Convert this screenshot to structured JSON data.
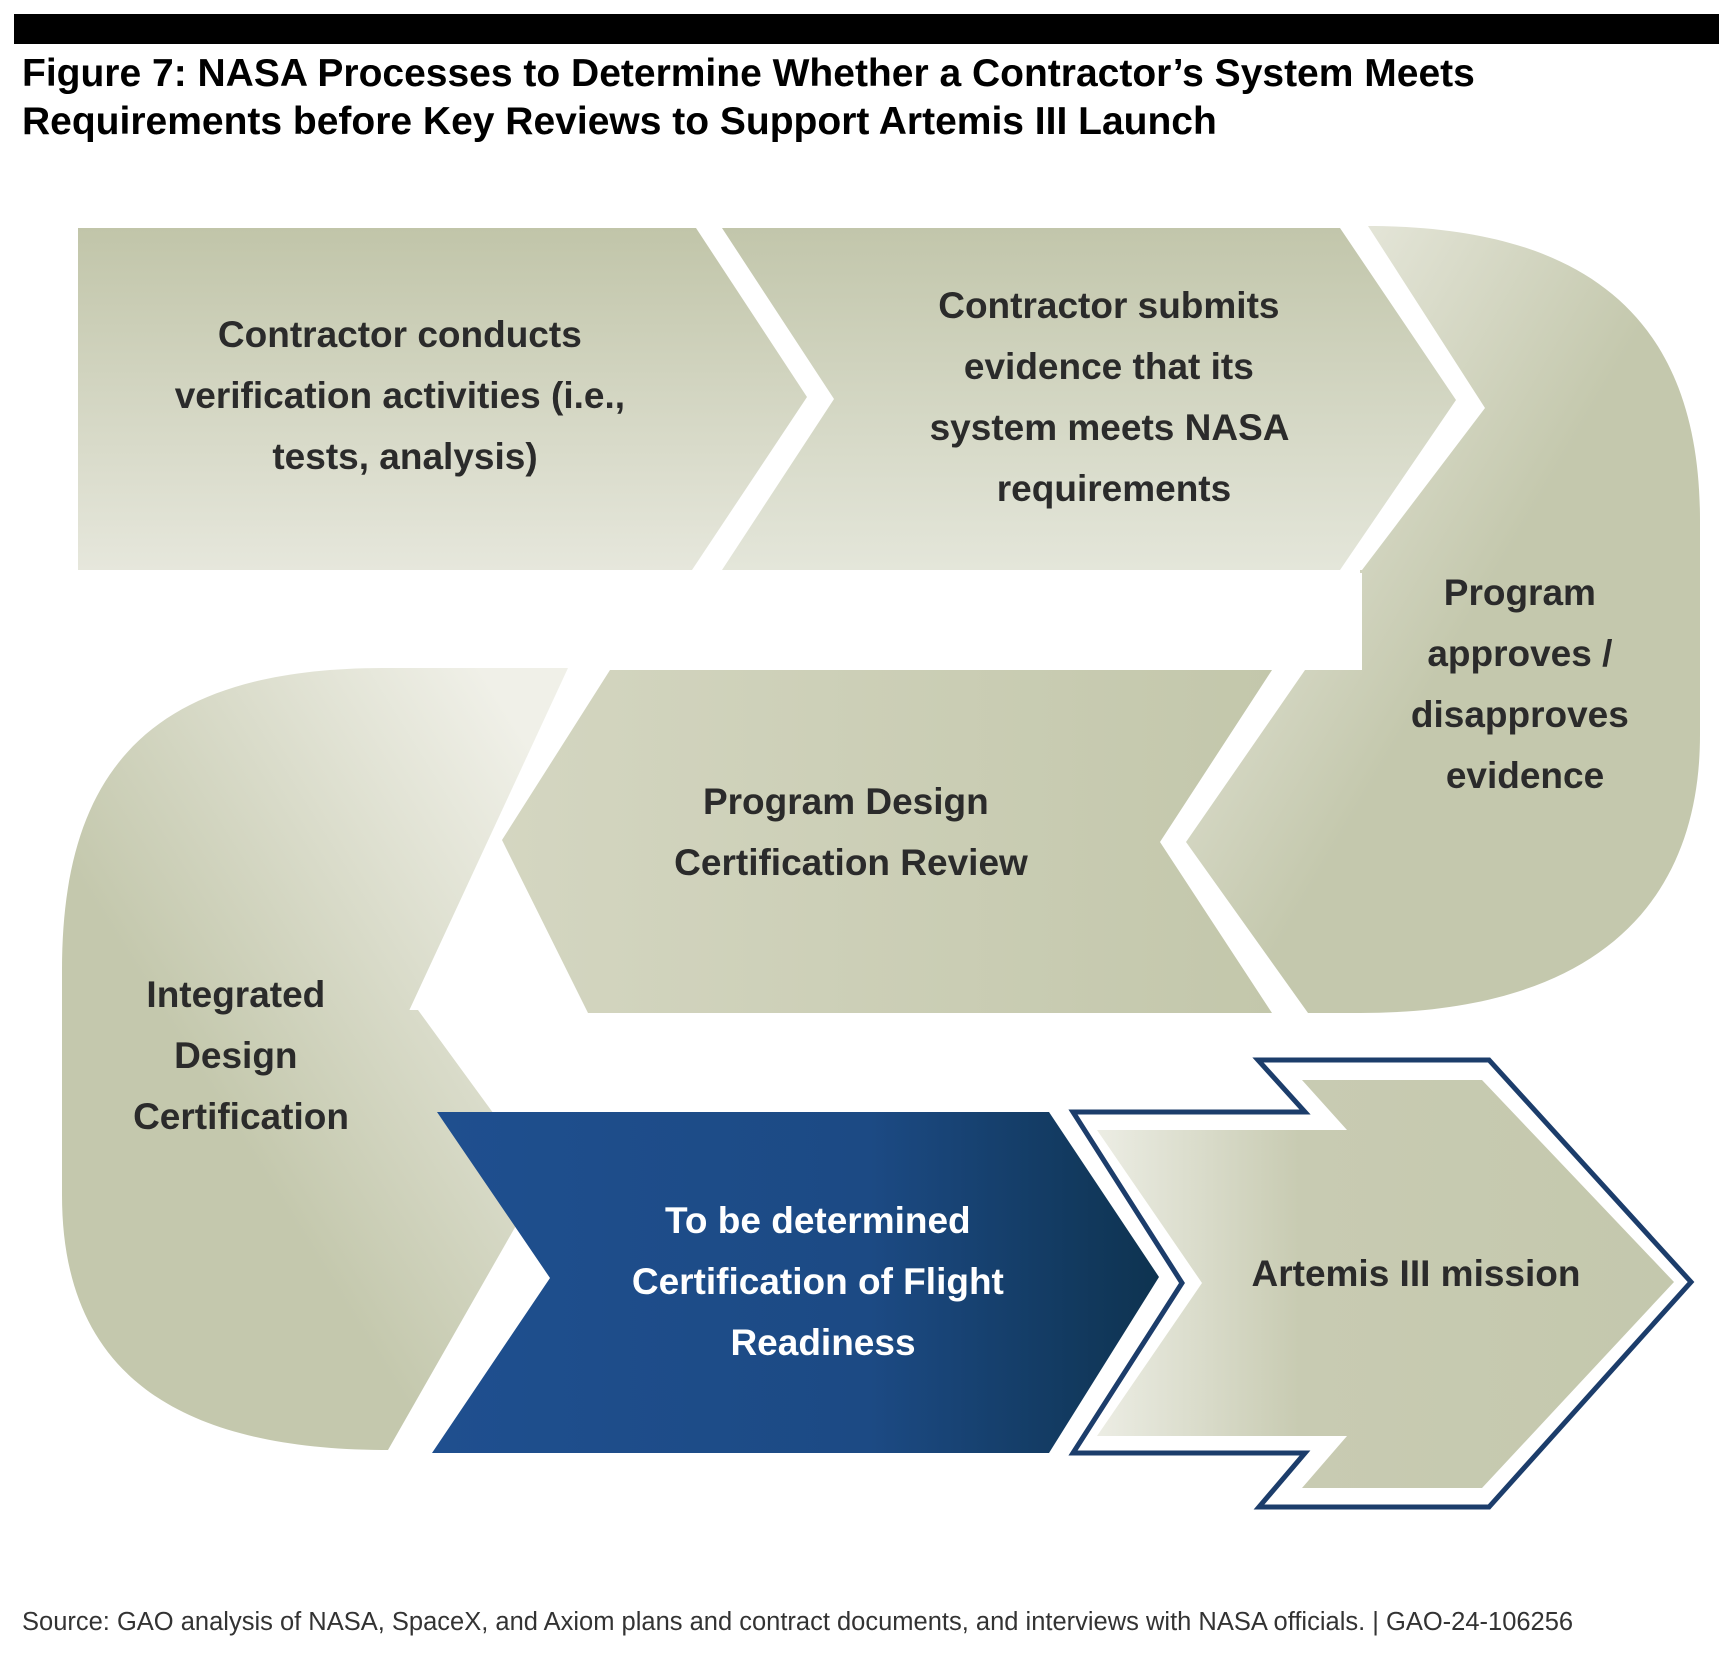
{
  "figure": {
    "title_line1": "Figure 7: NASA Processes to Determine Whether a Contractor’s System Meets",
    "title_line2": "Requirements before Key Reviews to Support Artemis III Launch"
  },
  "steps": [
    {
      "lines": [
        "Contractor conducts",
        "verification activities (i.e.,",
        "tests, analysis)"
      ]
    },
    {
      "lines": [
        "Contractor submits",
        "evidence that its",
        "system meets NASA",
        "requirements"
      ]
    },
    {
      "lines": [
        "Program",
        "approves /",
        "disapproves",
        "evidence"
      ]
    },
    {
      "lines": [
        "Program Design",
        "Certification Review"
      ]
    },
    {
      "lines": [
        "Integrated",
        "Design",
        "Certification"
      ]
    },
    {
      "lines": [
        "To be determined",
        "Certification of Flight",
        "Readiness"
      ]
    },
    {
      "lines": [
        "Artemis III mission"
      ]
    }
  ],
  "colors": {
    "step_fill": "#c4c8ad",
    "step_fill_light": "#e9eadf",
    "highlight_fill": "#1f4f8f",
    "highlight_dark": "#0e3350",
    "outline": "#1c3d6b"
  },
  "source": {
    "text": "Source: GAO analysis of NASA, SpaceX, and Axiom plans and contract documents, and interviews with NASA officials.  |  GAO-24-106256"
  }
}
